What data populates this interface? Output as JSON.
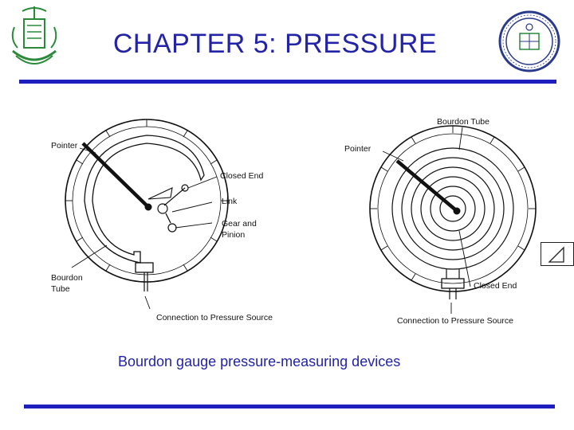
{
  "slide": {
    "title": "CHAPTER 5: PRESSURE",
    "caption": "Bourdon gauge pressure-measuring devices",
    "accent_color": "#2323a8",
    "rule_color": "#1f1fbf"
  },
  "figure_left": {
    "pointer": "Pointer",
    "closed_end": "Closed End",
    "link": "Link",
    "gear_line1": "Gear and",
    "gear_line2": "Pinion",
    "bourdon_line1": "Bourdon",
    "bourdon_line2": "Tube",
    "connection": "Connection to Pressure Source"
  },
  "figure_right": {
    "bourdon_tube": "Bourdon Tube",
    "pointer": "Pointer",
    "closed_end": "Closed End",
    "connection": "Connection to Pressure Source"
  },
  "icons": {
    "left_logo": "university-emblem-icon",
    "right_logo": "college-seal-icon",
    "nav": "play-triangle-icon"
  }
}
